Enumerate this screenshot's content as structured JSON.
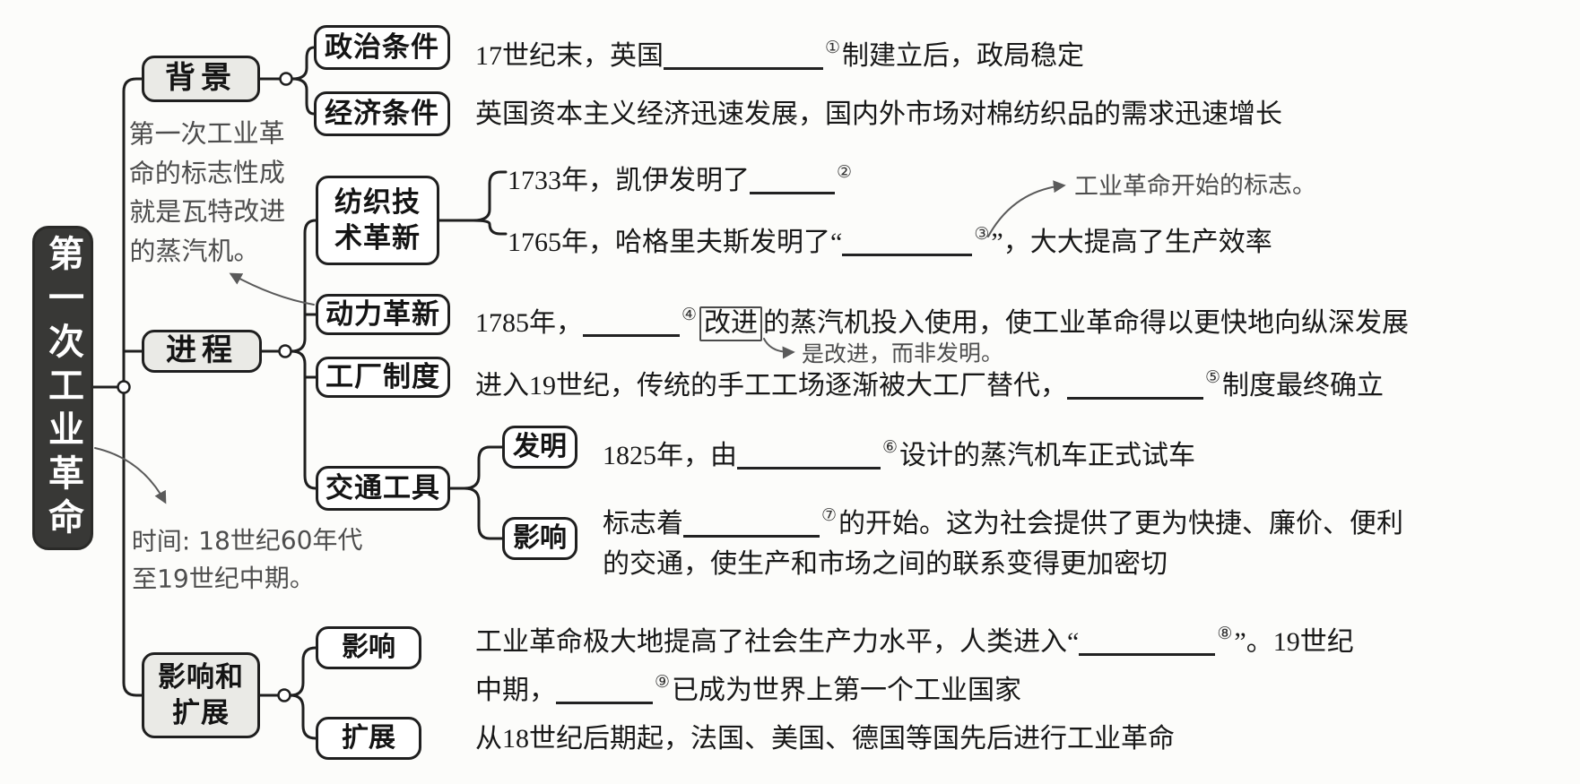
{
  "root": {
    "label": "第一次工业革命"
  },
  "background": {
    "label": "背景",
    "political": {
      "label": "政治条件",
      "line": [
        {
          "text": "17世纪末，英国"
        },
        {
          "blank": 178
        },
        {
          "sup": "①"
        },
        {
          "text": "制建立后，政局稳定"
        }
      ]
    },
    "economic": {
      "label": "经济条件",
      "line": [
        {
          "text": "英国资本主义经济迅速发展，国内外市场对棉纺织品的需求迅速增长"
        }
      ]
    }
  },
  "process": {
    "label": "进程",
    "textile": {
      "label": "纺织技\n术革新",
      "line1": [
        {
          "text": "1733年，凯伊发明了"
        },
        {
          "blank": 95
        },
        {
          "sup": "②"
        }
      ],
      "line2": [
        {
          "text": "1765年，哈格里夫斯发明了“"
        },
        {
          "blank": 145
        },
        {
          "sup": "③"
        },
        {
          "text": "”，大大提高了生产效率"
        }
      ]
    },
    "power": {
      "label": "动力革新",
      "line": [
        {
          "text": "1785年，"
        },
        {
          "blank": 108
        },
        {
          "sup": "④"
        },
        {
          "boxed": "改进"
        },
        {
          "text": "的蒸汽机投入使用，使工业革命得以更快地向纵深发展"
        }
      ]
    },
    "factory": {
      "label": "工厂制度",
      "line": [
        {
          "text": "进入19世纪，传统的手工工场逐渐被大工厂替代，"
        },
        {
          "blank": 152
        },
        {
          "sup": "⑤"
        },
        {
          "text": "制度最终确立"
        }
      ]
    },
    "transport": {
      "label": "交通工具",
      "invention": {
        "label": "发明",
        "line": [
          {
            "text": "1825年，由"
          },
          {
            "blank": 160
          },
          {
            "sup": "⑥"
          },
          {
            "text": "设计的蒸汽机车正式试车"
          }
        ]
      },
      "impact": {
        "label": "影响",
        "line1": [
          {
            "text": "标志着"
          },
          {
            "blank": 152
          },
          {
            "sup": "⑦"
          },
          {
            "text": "的开始。这为社会提供了更为快捷、廉价、便利"
          }
        ],
        "line2": [
          {
            "text": "的交通，使生产和市场之间的联系变得更加密切"
          }
        ]
      }
    }
  },
  "impact_expansion": {
    "label": "影响和\n扩展",
    "impact": {
      "label": "影响",
      "line1": [
        {
          "text": "工业革命极大地提高了社会生产力水平，人类进入“"
        },
        {
          "blank": 152
        },
        {
          "sup": "⑧"
        },
        {
          "text": "”。19世纪"
        }
      ],
      "line2": [
        {
          "text": "中期，"
        },
        {
          "blank": 108
        },
        {
          "sup": "⑨"
        },
        {
          "text": "已成为世界上第一个工业国家"
        }
      ]
    },
    "expansion": {
      "label": "扩展",
      "line": [
        {
          "text": "从18世纪后期起，法国、美国、德国等国先后进行工业革命"
        }
      ]
    }
  },
  "annotations": {
    "watt_note": "第一次工业革\n命的标志性成\n就是瓦特改进\n的蒸汽机。",
    "start_mark_note": "工业革命开始的标志。",
    "improve_note": "是改进，而非发明。",
    "time_note": "时间: 18世纪60年代\n至19世纪中期。"
  },
  "colors": {
    "box_border": "#1f1f1f",
    "category_fill": "#eaeae6",
    "root_fill": "#383836",
    "text": "#181818",
    "handwriting": "#4d4d4d"
  }
}
